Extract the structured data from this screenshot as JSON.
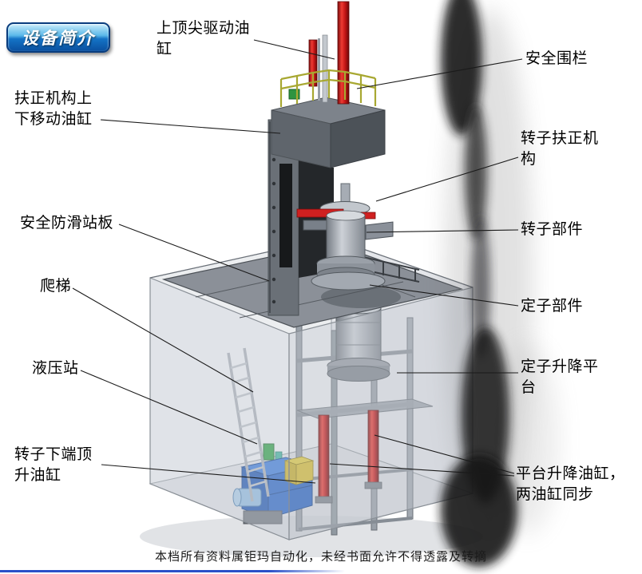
{
  "badge": {
    "label": "设备简介"
  },
  "labels": {
    "top_cylinder": "上顶尖驱动油\n缸",
    "safety_fence": "安全围栏",
    "centering_move_cylinder": "扶正机构上\n下移动油缸",
    "rotor_centering": "转子扶正机\n构",
    "antislip_board": "安全防滑站板",
    "rotor_part": "转子部件",
    "ladder": "爬梯",
    "stator_part": "定子部件",
    "hydraulic_station": "液压站",
    "stator_lift_platform": "定子升降平\n台",
    "rotor_bottom_jack_cylinder": "转子下端顶\n升油缸",
    "platform_lift_cylinders": "平台升降油缸，\n两油缸同步"
  },
  "footer": {
    "text": "本档所有资料属钜玛自动化，未经书面允许不得透露及转摘"
  },
  "icons": {
    "machine_diagram": "isometric-cad-machine-drawing",
    "leader_lines": "callout-leader-lines",
    "ink_smudge": "dark-ink-smudge-shadow"
  },
  "colors": {
    "badge_blue_top": "#c8ecfa",
    "badge_blue_bottom": "#0a509f",
    "cylinder_red": "#cc1f1f",
    "railing_yellow": "#a8a832",
    "hydraulic_blue": "#2a6fd4",
    "pump_yellow": "#d9c23a",
    "valve_green": "#2f9e46",
    "steel_gray": "#8b9098",
    "bottom_line_blue": "#2a50c8",
    "smudge_black": "#141416"
  }
}
